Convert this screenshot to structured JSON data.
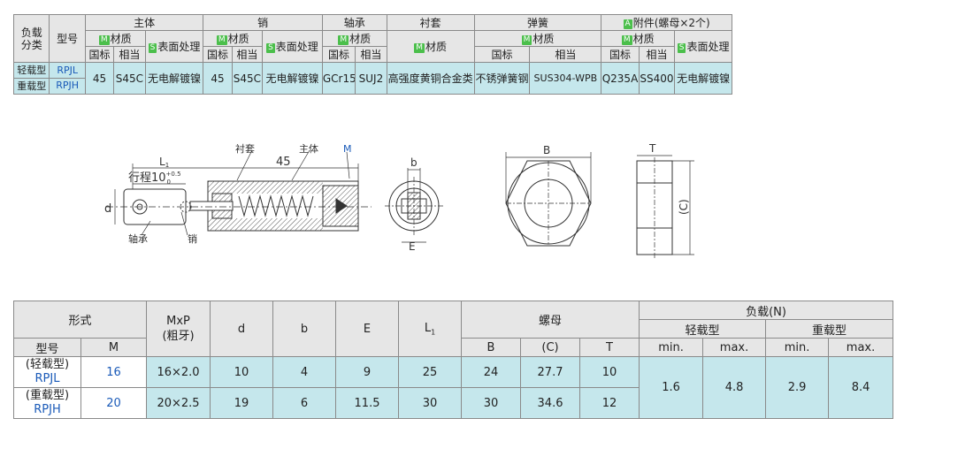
{
  "spec_table": {
    "load_class": "负载\n分类",
    "model": "型号",
    "groups": [
      "主体",
      "销",
      "轴承",
      "衬套",
      "弹簧",
      "附件(螺母×2个)"
    ],
    "accessory_badge": "A",
    "material_badge": "M",
    "surface_badge": "S",
    "material": "材质",
    "surface": "表面处理",
    "standard": "国标",
    "equivalent": "相当",
    "row_light": "轻载型",
    "row_heavy": "重载型",
    "code_light": "RPJL",
    "code_heavy": "RPJH",
    "values": [
      "45",
      "S45C",
      "无电解镀镍",
      "45",
      "S45C",
      "无电解镀镍",
      "GCr15",
      "SUJ2",
      "高强度黄铜合金类",
      "不锈弹簧钢",
      "SUS304-WPB",
      "Q235A",
      "SS400",
      "无电解镀镍"
    ]
  },
  "drawing": {
    "label_bushing": "衬套",
    "label_body": "主体",
    "label_m": "M",
    "label_45": "45",
    "label_L1": "L",
    "label_L1_sub": "1",
    "label_stroke": "行程10",
    "label_stroke_sup": "+0.5",
    "label_stroke_sub": "0",
    "label_d": "d",
    "label_bearing": "轴承",
    "label_pin": "销",
    "label_b": "b",
    "label_E": "E",
    "label_B": "B",
    "label_T": "T",
    "label_C": "(C)"
  },
  "dim_table": {
    "h_form": "形式",
    "h_mxp": "MxP\n(粗牙)",
    "h_d": "d",
    "h_b": "b",
    "h_E": "E",
    "h_L": "L",
    "h_L_sub": "1",
    "h_nut": "螺母",
    "h_load": "负载(N)",
    "h_light": "轻载型",
    "h_heavy": "重载型",
    "h_model": "型号",
    "h_M": "M",
    "h_B": "B",
    "h_C": "(C)",
    "h_T": "T",
    "h_min": "min.",
    "h_max": "max.",
    "model_light_type": "(轻载型)",
    "model_light_code": "RPJL",
    "model_heavy_type": "(重载型)",
    "model_heavy_code": "RPJH",
    "rows": [
      {
        "M": "16",
        "mxp": "16×2.0",
        "d": "10",
        "b": "4",
        "E": "9",
        "L1": "25",
        "B": "24",
        "C": "27.7",
        "T": "10"
      },
      {
        "M": "20",
        "mxp": "20×2.5",
        "d": "19",
        "b": "6",
        "E": "11.5",
        "L1": "30",
        "B": "30",
        "C": "34.6",
        "T": "12"
      }
    ],
    "loads": {
      "light_min": "1.6",
      "light_max": "4.8",
      "heavy_min": "2.9",
      "heavy_max": "8.4"
    }
  }
}
